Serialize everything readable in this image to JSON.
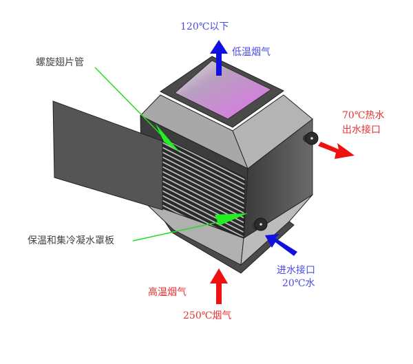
{
  "labels": {
    "outlet_temp": "120℃以下",
    "low_temp_flue_gas": "低温烟气",
    "spiral_fin_tube": "螺旋翅片管",
    "hot_water_temp": "70℃热水",
    "water_outlet": "出水接口",
    "insulation_cover": "保温和集冷凝水罩板",
    "water_inlet": "进水接口",
    "inlet_water_temp": "20℃水",
    "high_temp_flue_gas": "高温烟气",
    "inlet_gas_temp": "250℃烟气"
  },
  "colors": {
    "blue": "#1010e0",
    "red": "#ee1111",
    "green": "#22dd22",
    "label_blue": "#4a4ae0",
    "label_red": "#e83030",
    "label_gray": "#444444"
  }
}
